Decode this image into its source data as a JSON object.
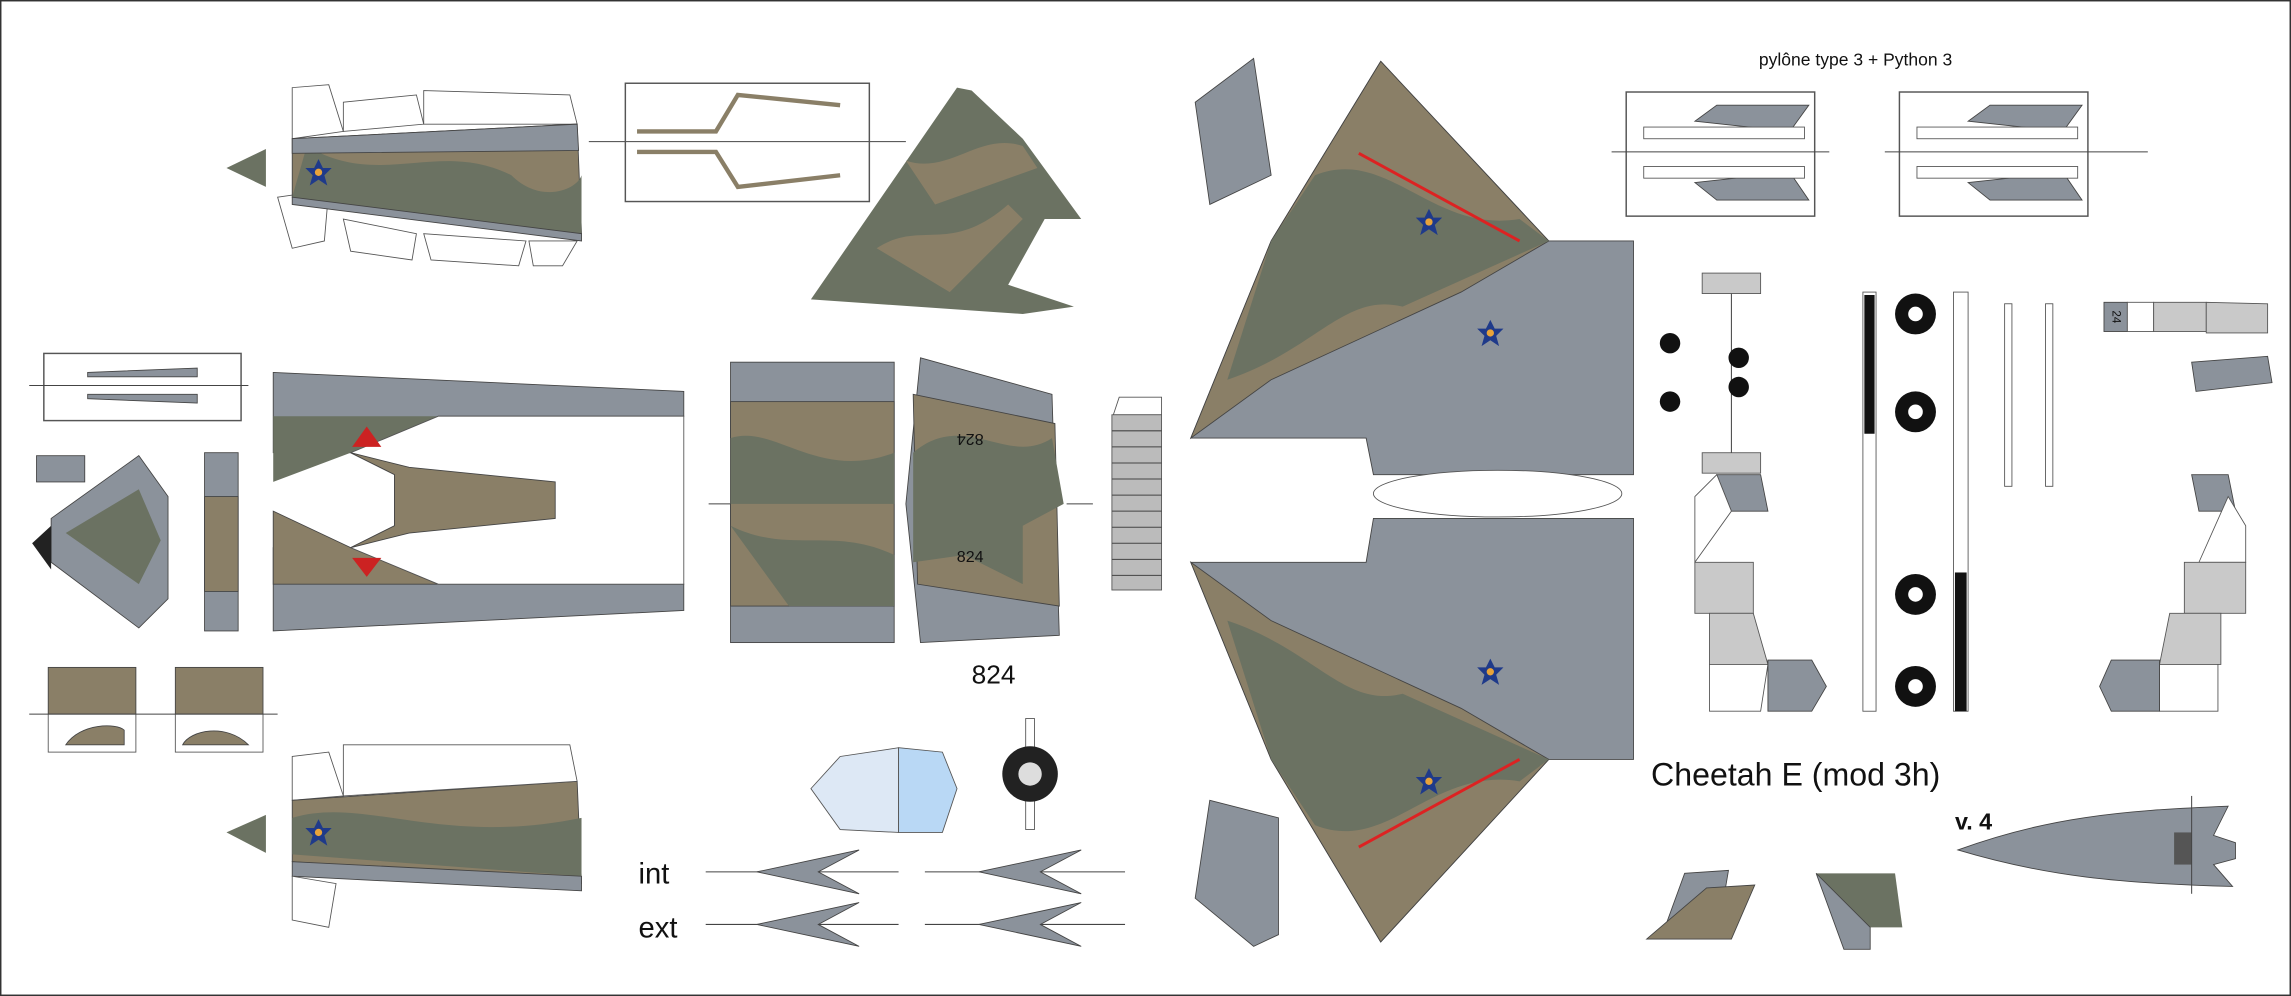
{
  "sheet": {
    "pylon_label": "pylône type 3 + Python 3",
    "serial_label": "824",
    "serial_marking_upper": "824",
    "serial_marking_lower": "824",
    "title": "Cheetah E (mod 3h)",
    "version": "v. 4",
    "intake_int_label": "int",
    "intake_ext_label": "ext",
    "part_number_tab": "24"
  },
  "colors": {
    "gray": "#8b929b",
    "tan": "#8a7f67",
    "green": "#6b7262",
    "roundel_blue": "#1f3a8a",
    "roundel_orange": "#e8a33a",
    "stripe_red": "#d22"
  }
}
